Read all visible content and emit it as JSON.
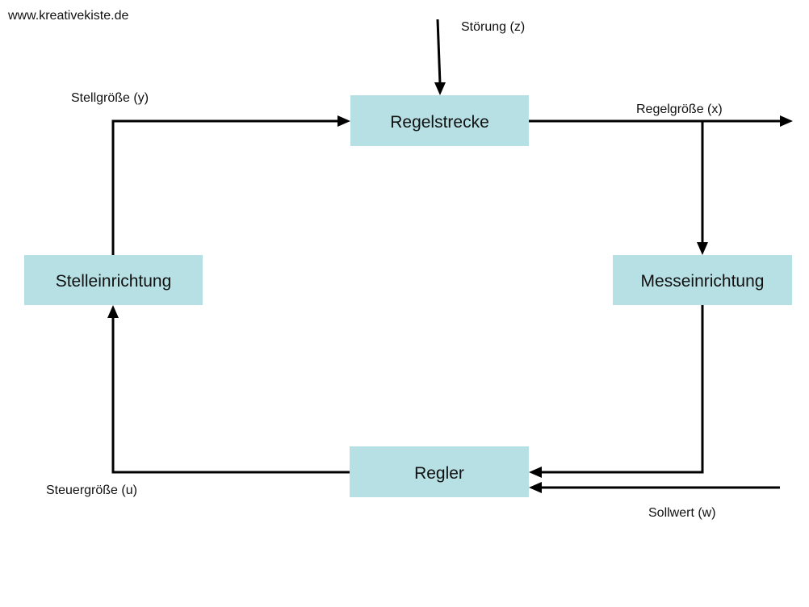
{
  "watermark": "www.kreativekiste.de",
  "blocks": {
    "regelstrecke": "Regelstrecke",
    "stelleinrichtung": "Stelleinrichtung",
    "messeinrichtung": "Messeinrichtung",
    "regler": "Regler"
  },
  "signals": {
    "stoerung": "Störung (z)",
    "stellgroesse": "Stellgröße (y)",
    "regelgroesse": "Regelgröße (x)",
    "steuergroesse": "Steuergröße (u)",
    "sollwert": "Sollwert (w)"
  },
  "colors": {
    "block_fill": "#b7e0e4",
    "line": "#000000",
    "text": "#111111"
  }
}
